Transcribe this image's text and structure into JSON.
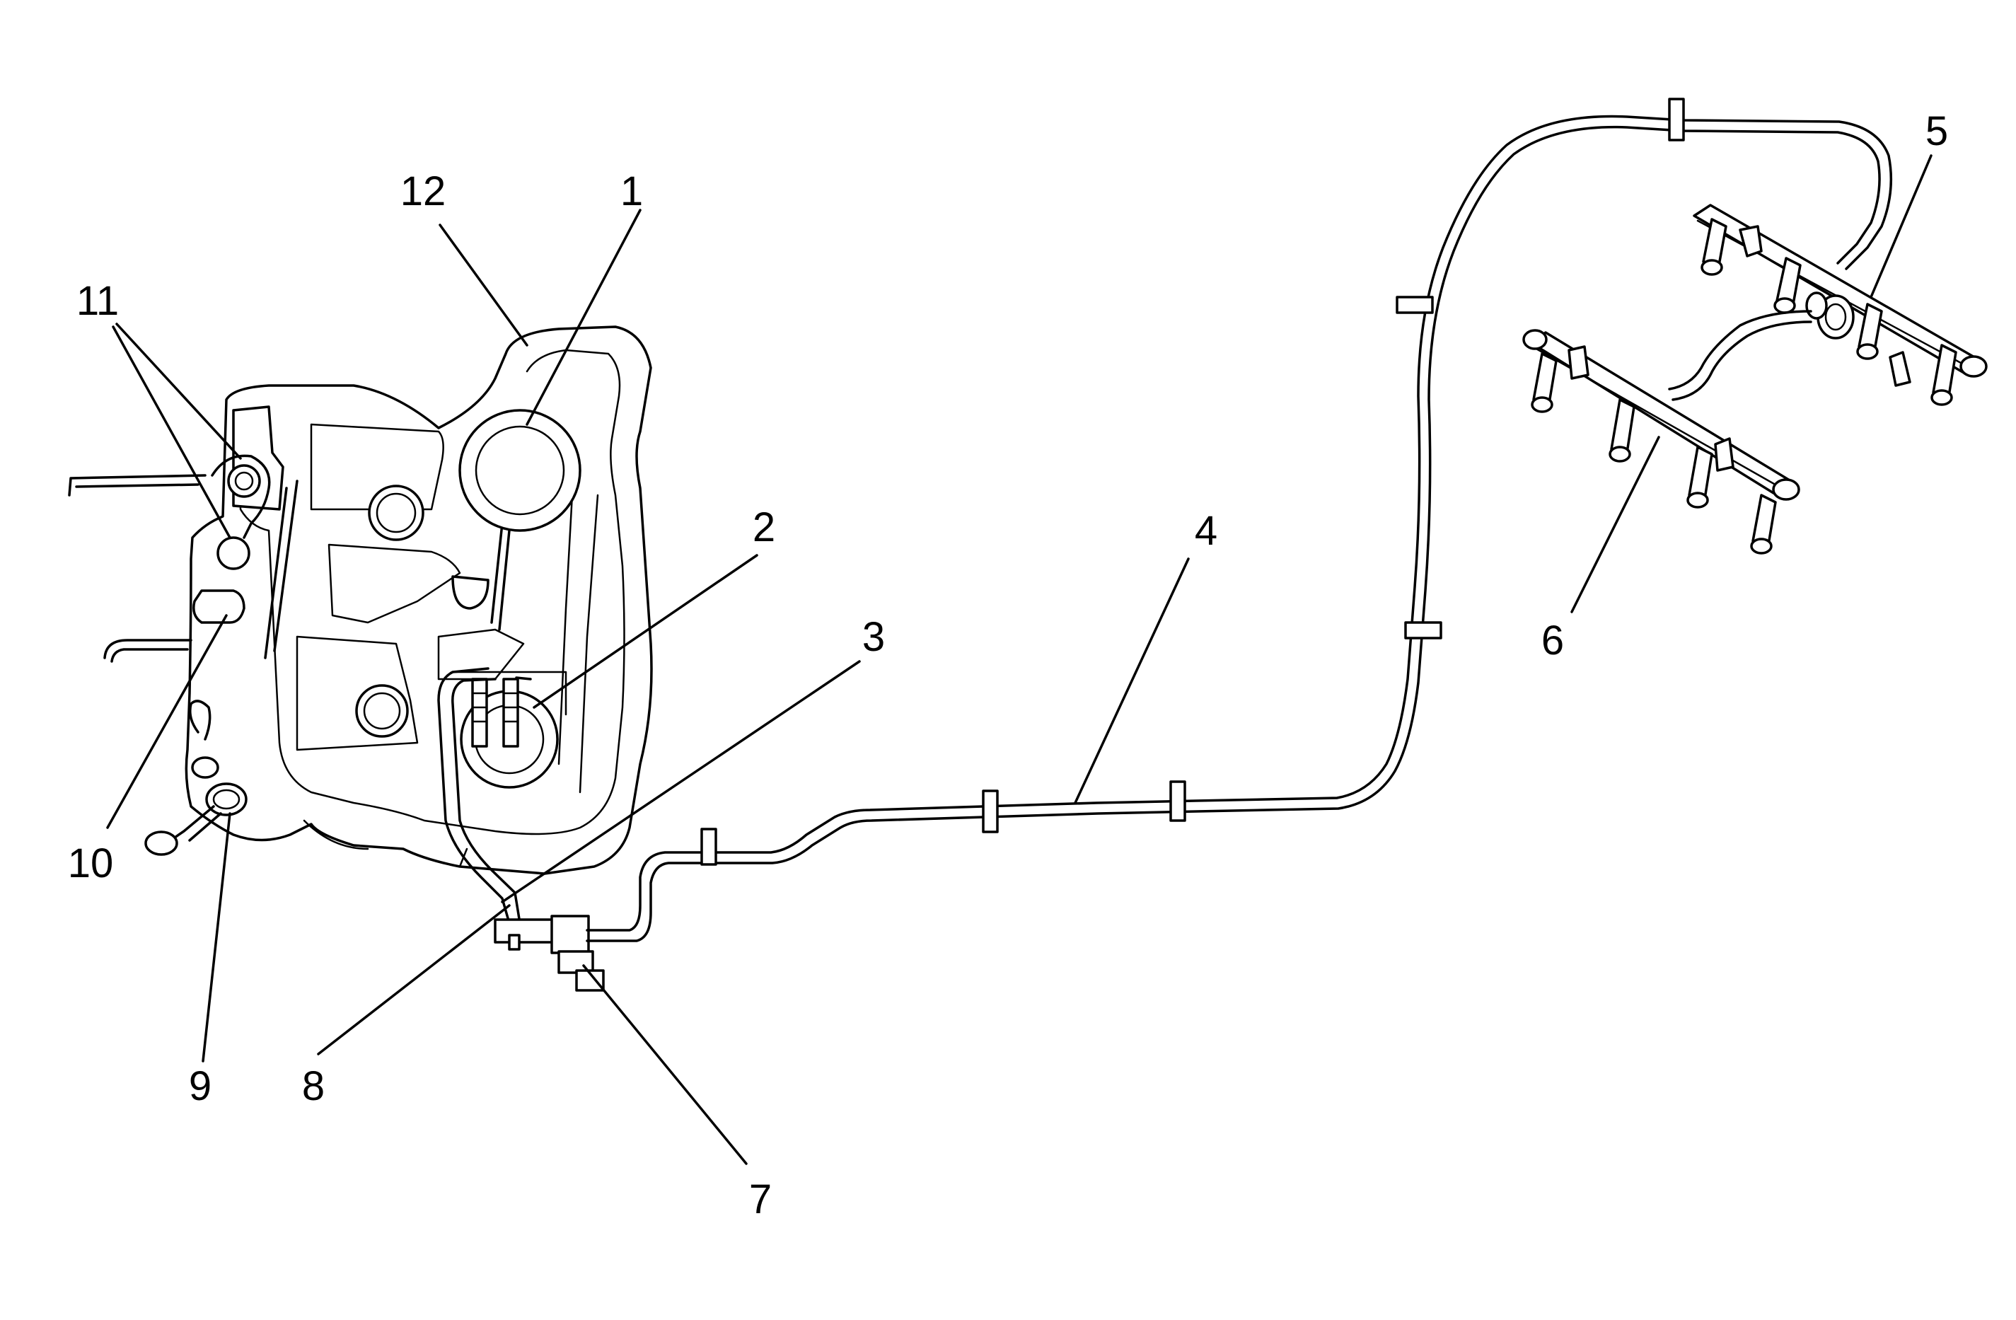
{
  "diagram": {
    "callouts": [
      {
        "id": "1",
        "label": "1"
      },
      {
        "id": "2",
        "label": "2"
      },
      {
        "id": "3",
        "label": "3"
      },
      {
        "id": "4",
        "label": "4"
      },
      {
        "id": "5",
        "label": "5"
      },
      {
        "id": "6",
        "label": "6"
      },
      {
        "id": "7",
        "label": "7"
      },
      {
        "id": "8",
        "label": "8"
      },
      {
        "id": "9",
        "label": "9"
      },
      {
        "id": "10",
        "label": "10"
      },
      {
        "id": "11",
        "label": "11"
      },
      {
        "id": "12",
        "label": "12"
      }
    ],
    "colors": {
      "line": "#000000",
      "background": "#ffffff"
    }
  }
}
